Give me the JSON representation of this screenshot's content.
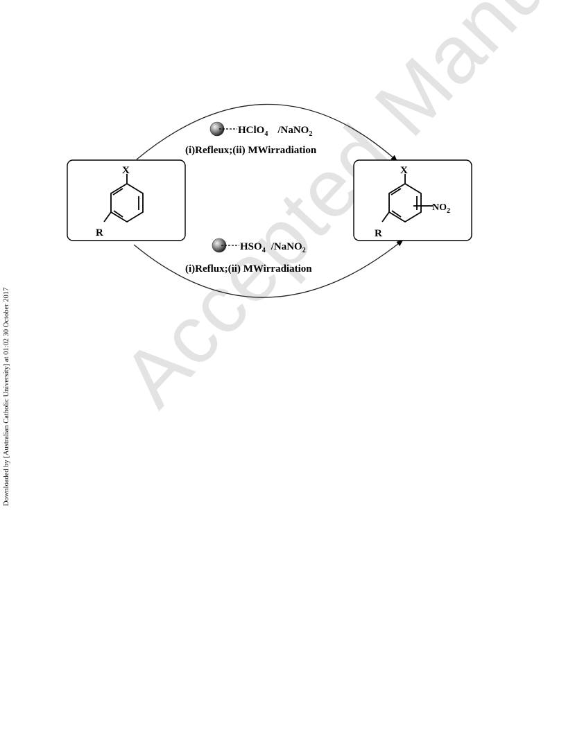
{
  "side_note": "Downloaded by [Australian Catholic University] at 01:02 30 October 2017",
  "watermark": "Accepted Manuscript",
  "scheme": {
    "top_reagent_main": "HClO",
    "top_reagent_sub": "4",
    "top_reagent_tail": "/NaNO",
    "top_reagent_tail_sub": "2",
    "top_conditions": "(i)Refleux;(ii) MWirradiation",
    "bottom_reagent_main": "HSO",
    "bottom_reagent_sub": "4",
    "bottom_reagent_tail": "/NaNO",
    "bottom_reagent_tail_sub": "2",
    "bottom_conditions": "(i)Reflux;(ii) MWirradiation",
    "reactant_sub_x": "X",
    "reactant_sub_r": "R",
    "product_sub_x": "X",
    "product_sub_r": "R",
    "product_nitro": "NO",
    "product_nitro_sub": "2"
  }
}
